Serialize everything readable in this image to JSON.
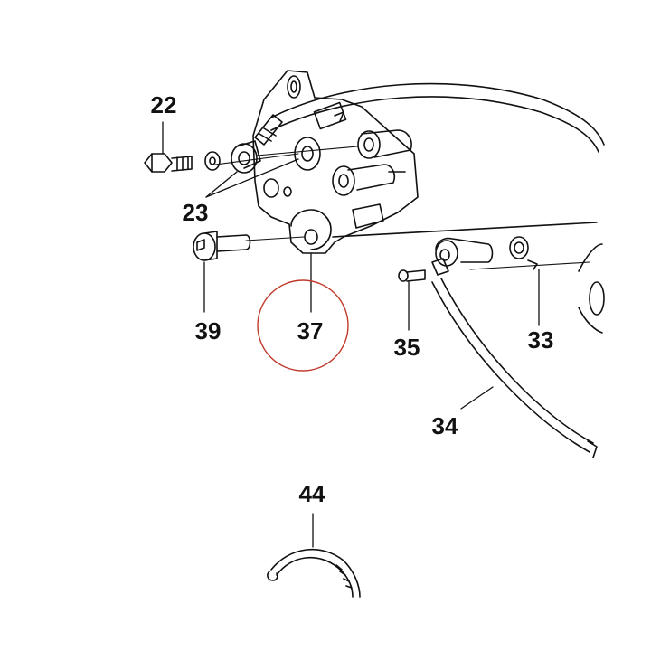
{
  "diagram": {
    "callouts": {
      "c22": "22",
      "c23": "23",
      "c39": "39",
      "c37": "37",
      "c35": "35",
      "c33": "33",
      "c34": "34",
      "c44": "44"
    },
    "highlighted_callout": "37",
    "colors": {
      "line": "#111111",
      "highlight_circle": "#c0392b",
      "background": "#ffffff"
    }
  }
}
